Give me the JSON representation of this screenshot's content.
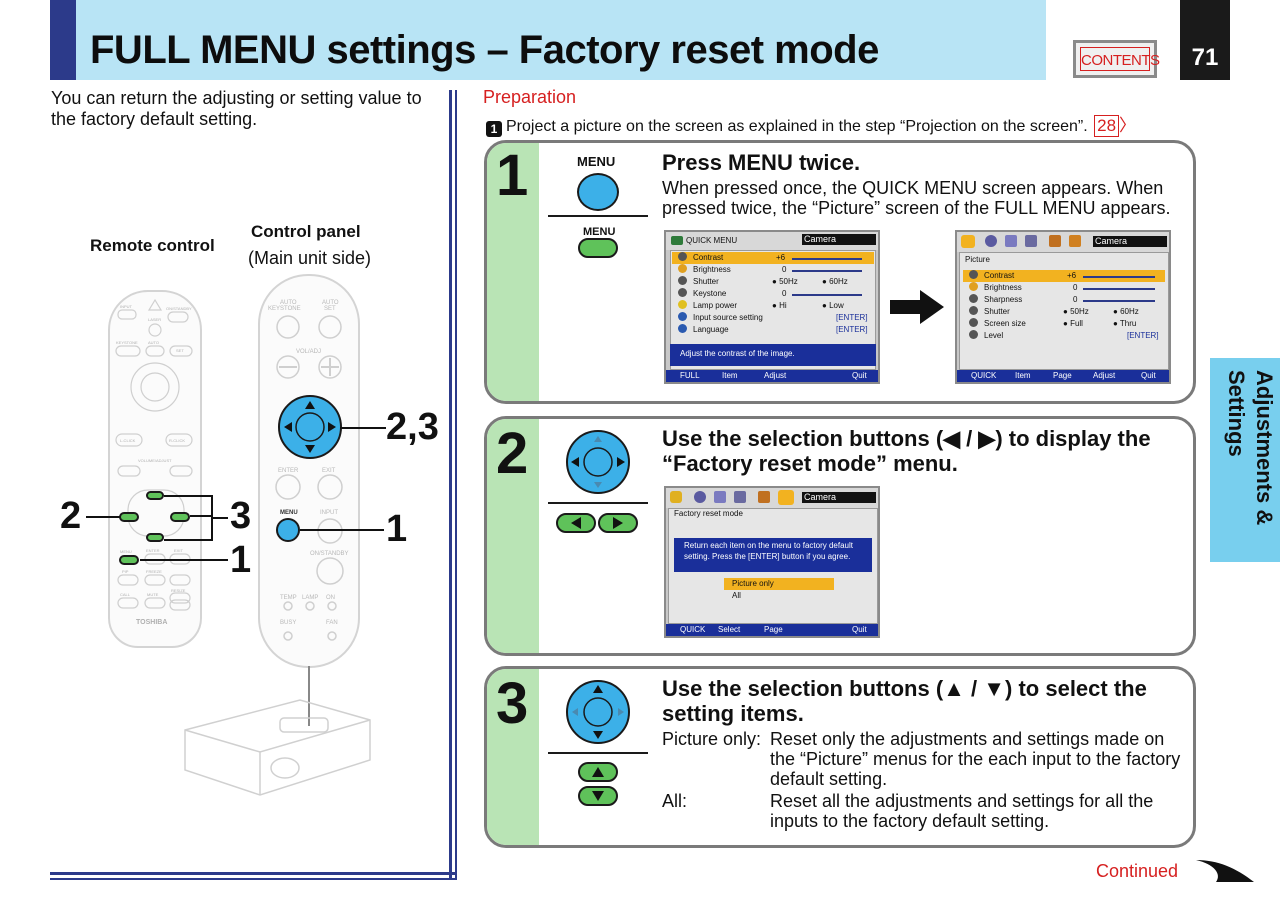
{
  "header": {
    "title": "FULL MENU settings – Factory reset mode",
    "contents_label": "CONTENTS",
    "page_number": "71"
  },
  "intro": "You can return the adjusting or setting value to the factory default setting.",
  "figure": {
    "remote_label": "Remote control",
    "panel_label": "Control panel",
    "panel_sub": "(Main unit side)",
    "callouts": {
      "panel_cursor": "2,3",
      "panel_menu": "1",
      "remote_left": "2",
      "remote_right": "3",
      "remote_menu": "1"
    },
    "remote_small_labels": [
      "INPUT",
      "ON/STANDBY",
      "LASER",
      "KEYSTONE",
      "AUTO",
      "SET",
      "L-CLICK",
      "R-CLICK",
      "VOLUME/ADJUST",
      "MENU",
      "ENTER",
      "EXIT",
      "PIP",
      "FREEZE",
      "CALL",
      "MUTE",
      "RESIZE",
      "TOSHIBA"
    ],
    "panel_small_labels": {
      "auto_keystone": "AUTO KEYSTONE",
      "auto_set": "AUTO SET",
      "vol_adj": "VOL/ADJ",
      "enter": "ENTER",
      "exit": "EXIT",
      "menu": "MENU",
      "input": "INPUT",
      "on_standby": "ON/STANDBY",
      "temp": "TEMP",
      "lamp": "LAMP",
      "on": "ON",
      "busy": "BUSY",
      "fan": "FAN"
    }
  },
  "preparation": {
    "title": "Preparation",
    "step_num": "1",
    "step_text": "Project a picture on the screen as explained in the step “Projection on the screen”.",
    "ref": "28"
  },
  "steps": [
    {
      "number": "1",
      "button_label_top": "MENU",
      "button_label_bottom": "MENU",
      "heading": "Press MENU twice.",
      "body": "When pressed once, the QUICK MENU screen appears. When pressed twice, the “Picture” screen of the FULL MENU appears.",
      "quick_menu": {
        "title": "QUICK MENU",
        "tab": "Camera",
        "rows": [
          {
            "label": "Contrast",
            "value": "+6"
          },
          {
            "label": "Brightness",
            "value": "0"
          },
          {
            "label": "Shutter",
            "opt1": "50Hz",
            "opt2": "60Hz"
          },
          {
            "label": "Keystone",
            "value": "0"
          },
          {
            "label": "Lamp power",
            "opt1": "Hi",
            "opt2": "Low"
          },
          {
            "label": "Input source setting",
            "value": "[ENTER]"
          },
          {
            "label": "Language",
            "value": "[ENTER]"
          }
        ],
        "message": "Adjust the contrast of the image.",
        "footer": [
          "FULL",
          "Item",
          "Adjust",
          "Quit"
        ]
      },
      "picture_menu": {
        "tab": "Camera",
        "section": "Picture",
        "rows": [
          {
            "label": "Contrast",
            "value": "+6"
          },
          {
            "label": "Brightness",
            "value": "0"
          },
          {
            "label": "Sharpness",
            "value": "0"
          },
          {
            "label": "Shutter",
            "opt1": "50Hz",
            "opt2": "60Hz"
          },
          {
            "label": "Screen size",
            "opt1": "Full",
            "opt2": "Thru"
          },
          {
            "label": "Level",
            "value": "[ENTER]"
          }
        ],
        "footer": [
          "QUICK",
          "Item",
          "Page",
          "Adjust",
          "Quit"
        ]
      }
    },
    {
      "number": "2",
      "heading": "Use the selection buttons (◀ / ▶) to display the “Factory reset mode” menu.",
      "factory_menu": {
        "tab": "Camera",
        "section": "Factory reset mode",
        "message": "Return each item on the menu to factory default setting. Press the [ENTER] button if you agree.",
        "options": [
          "Picture only",
          "All"
        ],
        "footer": [
          "QUICK",
          "Select",
          "Page",
          "Quit"
        ]
      }
    },
    {
      "number": "3",
      "heading": "Use the selection buttons (▲ / ▼) to select the setting items.",
      "items": [
        {
          "term": "Picture only:",
          "desc": "Reset only the adjustments and settings made on the “Picture” menus for the each input to the factory default setting."
        },
        {
          "term": "All:",
          "desc": "Reset all the adjustments and settings for all the inputs to the factory default setting."
        }
      ]
    }
  ],
  "side_tab": "Adjustments & Settings",
  "continued": "Continued",
  "colors": {
    "header_bg": "#b8e4f5",
    "accent_navy": "#2c3a8a",
    "red": "#d62020",
    "step_green": "#b9e4b5",
    "button_blue": "#3cb0e8",
    "button_green": "#5fc25a",
    "side_tab": "#78cfee"
  }
}
